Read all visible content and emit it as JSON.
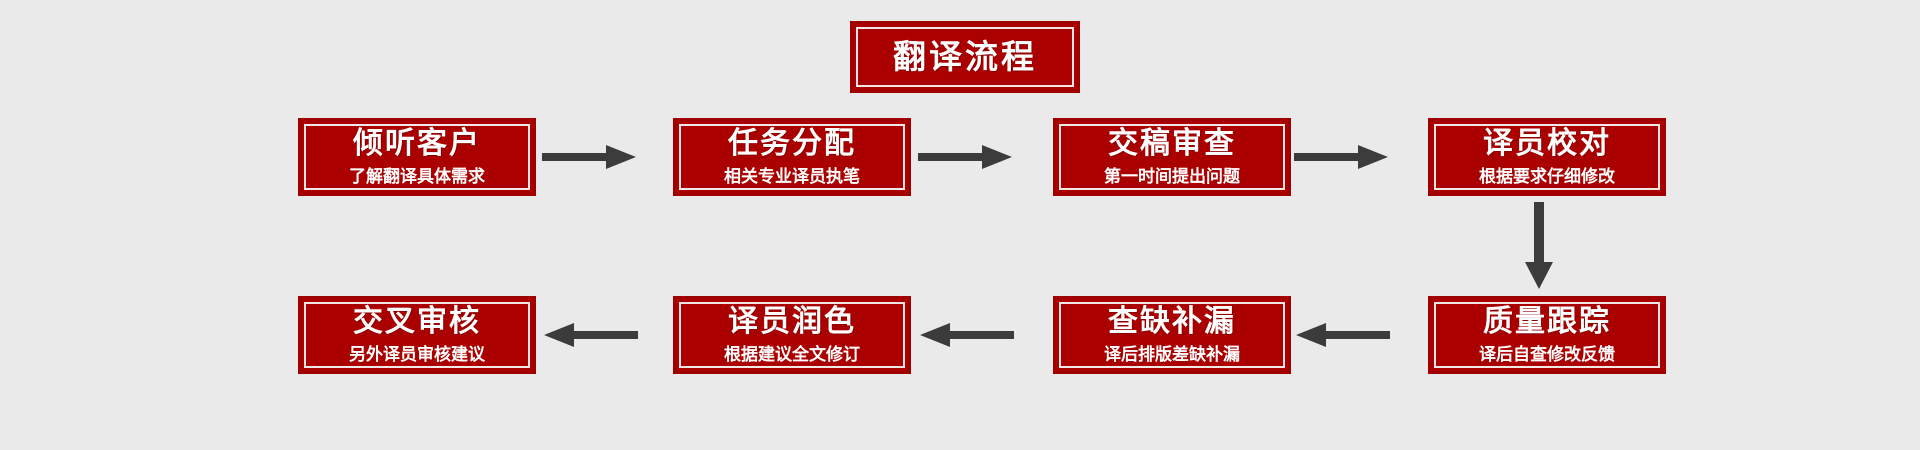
{
  "diagram": {
    "type": "flowchart",
    "orientation": "serpentine-two-rows",
    "background_color": "#eaeaea",
    "node_fill_color": "#aa0000",
    "node_border_color": "#a00000",
    "node_inner_border_color": "#f2e6e6",
    "node_text_color": "#ffffff",
    "arrow_color": "#3c3c3c",
    "title": {
      "label": "翻译流程"
    },
    "row1": [
      {
        "id": "s1",
        "title": "倾听客户",
        "sub": "了解翻译具体需求"
      },
      {
        "id": "s2",
        "title": "任务分配",
        "sub": "相关专业译员执笔"
      },
      {
        "id": "s3",
        "title": "交稿审查",
        "sub": "第一时间提出问题"
      },
      {
        "id": "s4",
        "title": "译员校对",
        "sub": "根据要求仔细修改"
      }
    ],
    "row2": [
      {
        "id": "s8",
        "title": "交叉审核",
        "sub": "另外译员审核建议"
      },
      {
        "id": "s7",
        "title": "译员润色",
        "sub": "根据建议全文修订"
      },
      {
        "id": "s6",
        "title": "查缺补漏",
        "sub": "译后排版差缺补漏"
      },
      {
        "id": "s5",
        "title": "质量跟踪",
        "sub": "译后自查修改反馈"
      }
    ],
    "connectors": [
      {
        "id": "arr-1",
        "from": "s1",
        "to": "s2",
        "direction": "right"
      },
      {
        "id": "arr-2",
        "from": "s2",
        "to": "s3",
        "direction": "right"
      },
      {
        "id": "arr-3",
        "from": "s3",
        "to": "s4",
        "direction": "right"
      },
      {
        "id": "arr-4",
        "from": "s4",
        "to": "s5",
        "direction": "down"
      },
      {
        "id": "arr-5",
        "from": "s5",
        "to": "s6",
        "direction": "left"
      },
      {
        "id": "arr-6",
        "from": "s6",
        "to": "s7",
        "direction": "left"
      },
      {
        "id": "arr-7",
        "from": "s7",
        "to": "s8",
        "direction": "left"
      }
    ]
  }
}
